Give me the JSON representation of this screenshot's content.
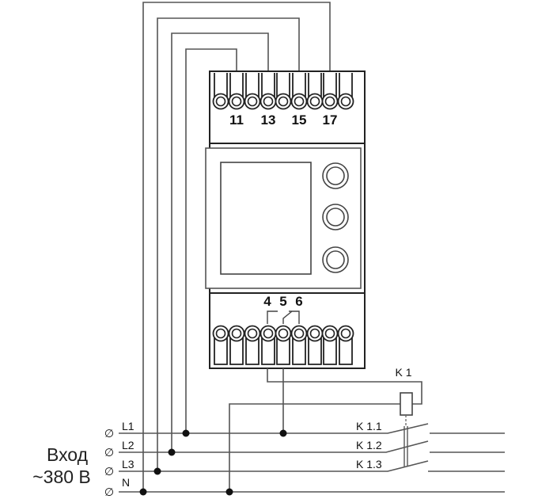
{
  "diagram": {
    "title": "Relay wiring diagram",
    "top_terminals": [
      "11",
      "13",
      "15",
      "17"
    ],
    "bottom_terminals": [
      "4",
      "5",
      "6"
    ],
    "coil_label": "K 1",
    "contacts": [
      "K 1.1",
      "K 1.2",
      "K 1.3"
    ],
    "lines": [
      "L1",
      "L2",
      "L3",
      "N"
    ],
    "input_label_line1": "Вход",
    "input_label_line2": "~380 В",
    "terminal_symbol": "∅",
    "colors": {
      "wire": "#555555",
      "outline": "#222222",
      "text": "#111111"
    }
  }
}
